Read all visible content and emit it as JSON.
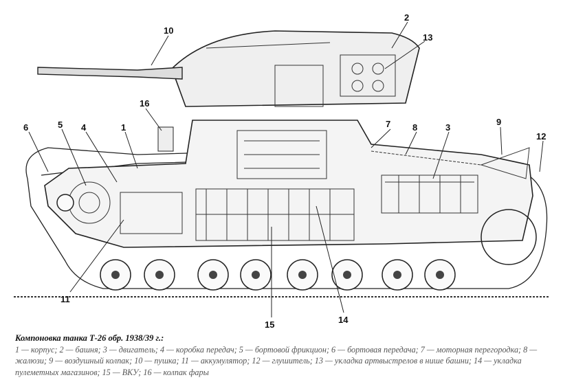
{
  "diagram": {
    "callouts": [
      "1",
      "2",
      "3",
      "4",
      "5",
      "6",
      "7",
      "8",
      "9",
      "10",
      "11",
      "12",
      "13",
      "14",
      "15",
      "16"
    ]
  },
  "caption": {
    "title": "Компоновка танка Т-26 обр. 1938/39 г.:",
    "legend": "1 — корпус; 2 — башня; 3 — двигатель; 4 — коробка передач; 5 — бортовой фрикцион; 6 — бортовая передача; 7 — моторная перегородка; 8 — жалюзи; 9 — воздушный колпак; 10 — пушка; 11 — аккумулятор; 12 — глушитель; 13 — укладка артвыстрелов в нише башни; 14 — укладка пулеметных магазинов; 15 — ВКУ; 16 — колпак фары"
  }
}
